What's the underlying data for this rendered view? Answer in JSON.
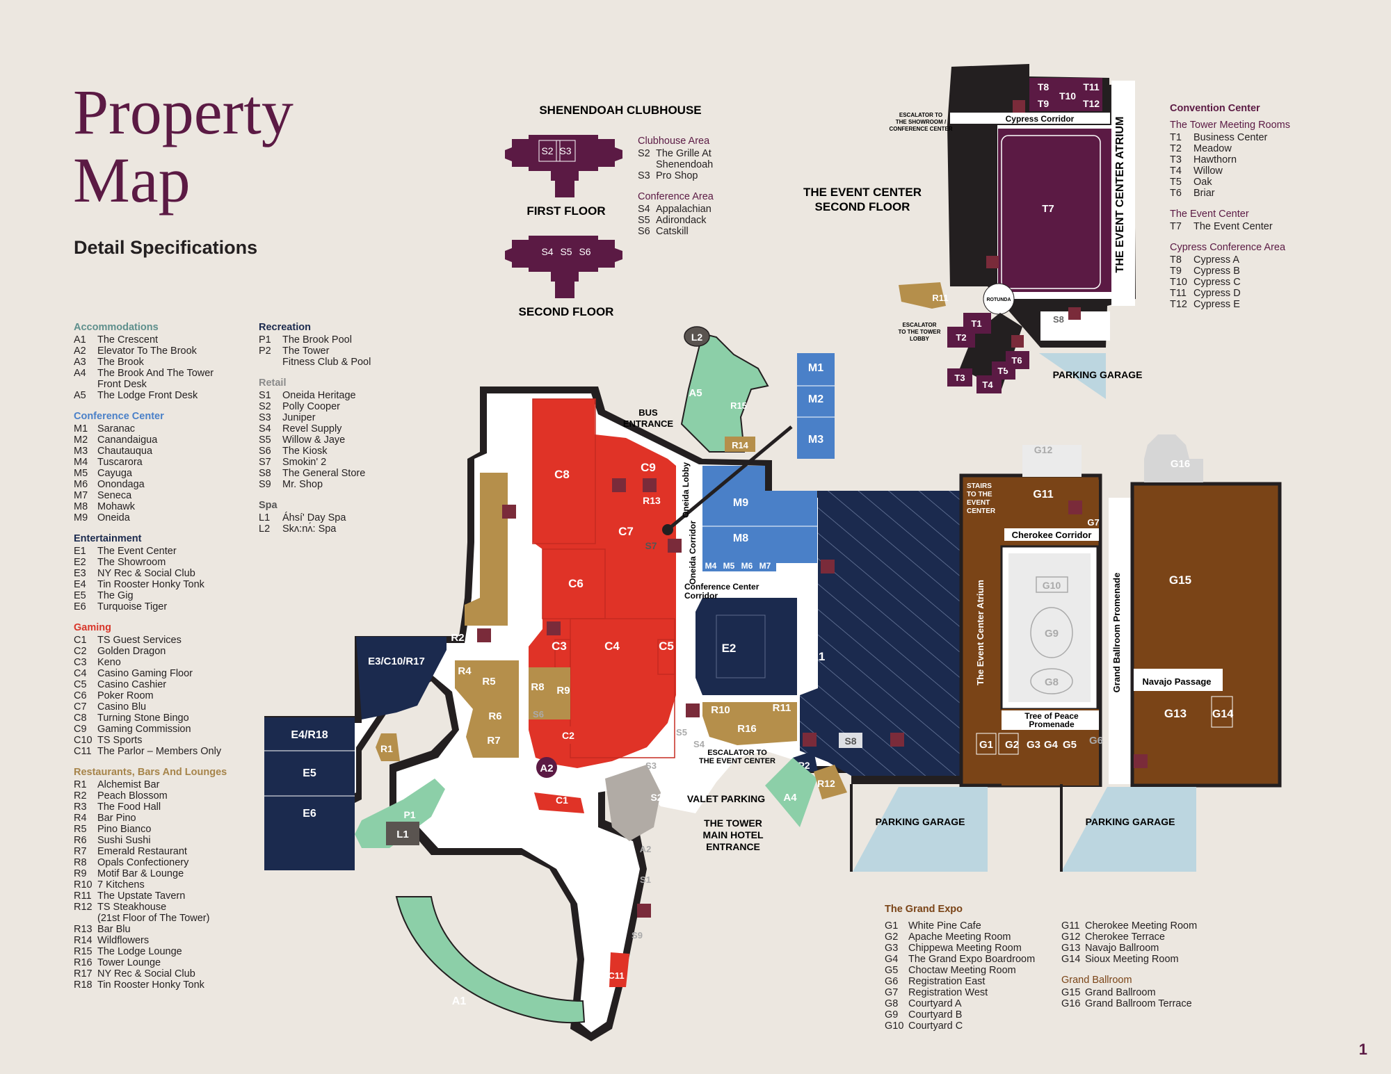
{
  "header": {
    "title_line1": "Property",
    "title_line2": "Map",
    "subtitle": "Detail Specifications"
  },
  "colors": {
    "accommodations": "#8ccfa8",
    "conference": "#4a80c8",
    "entertainment": "#1b2a4e",
    "gaming": "#e03327",
    "restaurants": "#b58f4b",
    "event_center": "#5b1a44",
    "grand_expo": "#7a4417",
    "retail": "#b1aba5",
    "spa": "#5a5450",
    "parking": "#bcd6e0"
  },
  "legend_left": [
    {
      "title": "Accommodations",
      "cls": "c-accom",
      "items": [
        [
          "A1",
          "The Crescent"
        ],
        [
          "A2",
          "Elevator To The Brook"
        ],
        [
          "A3",
          "The Brook"
        ],
        [
          "A4",
          "The Brook And The Tower\nFront Desk"
        ],
        [
          "A5",
          "The Lodge Front Desk"
        ]
      ]
    },
    {
      "title": "Conference Center",
      "cls": "c-conf",
      "items": [
        [
          "M1",
          "Saranac"
        ],
        [
          "M2",
          "Canandaigua"
        ],
        [
          "M3",
          "Chautauqua"
        ],
        [
          "M4",
          "Tuscarora"
        ],
        [
          "M5",
          "Cayuga"
        ],
        [
          "M6",
          "Onondaga"
        ],
        [
          "M7",
          "Seneca"
        ],
        [
          "M8",
          "Mohawk"
        ],
        [
          "M9",
          "Oneida"
        ]
      ]
    },
    {
      "title": "Entertainment",
      "cls": "c-ent",
      "items": [
        [
          "E1",
          "The Event Center"
        ],
        [
          "E2",
          "The Showroom"
        ],
        [
          "E3",
          "NY Rec & Social Club"
        ],
        [
          "E4",
          "Tin Rooster Honky Tonk"
        ],
        [
          "E5",
          "The Gig"
        ],
        [
          "E6",
          "Turquoise Tiger"
        ]
      ]
    },
    {
      "title": "Gaming",
      "cls": "c-gam",
      "items": [
        [
          "C1",
          "TS Guest Services"
        ],
        [
          "C2",
          "Golden Dragon"
        ],
        [
          "C3",
          "Keno"
        ],
        [
          "C4",
          "Casino Gaming Floor"
        ],
        [
          "C5",
          "Casino Cashier"
        ],
        [
          "C6",
          "Poker Room"
        ],
        [
          "C7",
          "Casino Blu"
        ],
        [
          "C8",
          "Turning Stone Bingo"
        ],
        [
          "C9",
          "Gaming Commission"
        ],
        [
          "C10",
          "TS Sports"
        ],
        [
          "C11",
          "The Parlor – Members Only"
        ]
      ]
    },
    {
      "title": "Restaurants, Bars And Lounges",
      "cls": "c-rest",
      "items": [
        [
          "R1",
          "Alchemist Bar"
        ],
        [
          "R2",
          "Peach Blossom"
        ],
        [
          "R3",
          "The Food Hall"
        ],
        [
          "R4",
          "Bar Pino"
        ],
        [
          "R5",
          "Pino Bianco"
        ],
        [
          "R6",
          "Sushi Sushi"
        ],
        [
          "R7",
          "Emerald Restaurant"
        ],
        [
          "R8",
          "Opals Confectionery"
        ],
        [
          "R9",
          "Motif Bar & Lounge"
        ],
        [
          "R10",
          "7 Kitchens"
        ],
        [
          "R11",
          "The Upstate Tavern"
        ],
        [
          "R12",
          "TS Steakhouse\n(21st Floor of The Tower)"
        ],
        [
          "R13",
          "Bar Blu"
        ],
        [
          "R14",
          "Wildflowers"
        ],
        [
          "R15",
          "The Lodge Lounge"
        ],
        [
          "R16",
          "Tower Lounge"
        ],
        [
          "R17",
          "NY Rec & Social Club"
        ],
        [
          "R18",
          "Tin Rooster Honky Tonk"
        ]
      ]
    }
  ],
  "legend_mid": [
    {
      "title": "Recreation",
      "cls": "c-rec",
      "items": [
        [
          "P1",
          "The Brook Pool"
        ],
        [
          "P2",
          "The Tower\nFitness Club & Pool"
        ]
      ]
    },
    {
      "title": "Retail",
      "cls": "c-ret",
      "items": [
        [
          "S1",
          "Oneida Heritage"
        ],
        [
          "S2",
          "Polly Cooper"
        ],
        [
          "S3",
          "Juniper"
        ],
        [
          "S4",
          "Revel Supply"
        ],
        [
          "S5",
          "Willow & Jaye"
        ],
        [
          "S6",
          "The Kiosk"
        ],
        [
          "S7",
          "Smokin' 2"
        ],
        [
          "S8",
          "The General Store"
        ],
        [
          "S9",
          "Mr. Shop"
        ]
      ]
    },
    {
      "title": "Spa",
      "cls": "c-spa",
      "items": [
        [
          "L1",
          "Áhsí' Day Spa"
        ],
        [
          "L2",
          "Skʌ:nʌ́: Spa"
        ]
      ]
    }
  ],
  "clubhouse": {
    "title": "SHENENDOAH CLUBHOUSE",
    "first_floor": "FIRST FLOOR",
    "second_floor": "SECOND FLOOR",
    "legend": [
      {
        "title": "Clubhouse Area",
        "items": [
          [
            "S2",
            "The Grille At\nShenendoah"
          ],
          [
            "S3",
            "Pro Shop"
          ]
        ]
      },
      {
        "title": "Conference Area",
        "items": [
          [
            "S4",
            "Appalachian"
          ],
          [
            "S5",
            "Adirondack"
          ],
          [
            "S6",
            "Catskill"
          ]
        ]
      }
    ]
  },
  "event_center_second": {
    "title": "THE EVENT CENTER\nSECOND FLOOR",
    "atrium": "THE EVENT CENTER ATRIUM",
    "corridor": "Cypress Corridor",
    "escalator1": "ESCALATOR TO\nTHE SHOWROOM /\nCONFERENCE CENTER",
    "escalator2": "ESCALATOR\nTO THE TOWER\nLOBBY",
    "rotunda": "ROTUNDA",
    "parking": "PARKING GARAGE"
  },
  "legend_right": {
    "title": "Convention Center",
    "groups": [
      {
        "title": "The Tower Meeting Rooms",
        "items": [
          [
            "T1",
            "Business Center"
          ],
          [
            "T2",
            "Meadow"
          ],
          [
            "T3",
            "Hawthorn"
          ],
          [
            "T4",
            "Willow"
          ],
          [
            "T5",
            "Oak"
          ],
          [
            "T6",
            "Briar"
          ]
        ]
      },
      {
        "title": "The Event Center",
        "items": [
          [
            "T7",
            "The Event Center"
          ]
        ]
      },
      {
        "title": "Cypress Conference Area",
        "items": [
          [
            "T8",
            "Cypress A"
          ],
          [
            "T9",
            "Cypress B"
          ],
          [
            "T10",
            "Cypress C"
          ],
          [
            "T11",
            "Cypress D"
          ],
          [
            "T12",
            "Cypress E"
          ]
        ]
      }
    ]
  },
  "grand_expo_legend": {
    "title": "The Grand Expo",
    "col1": [
      [
        "G1",
        "White Pine Cafe"
      ],
      [
        "G2",
        "Apache Meeting Room"
      ],
      [
        "G3",
        "Chippewa Meeting Room"
      ],
      [
        "G4",
        "The Grand Expo Boardroom"
      ],
      [
        "G5",
        "Choctaw Meeting Room"
      ],
      [
        "G6",
        "Registration East"
      ],
      [
        "G7",
        "Registration West"
      ],
      [
        "G8",
        "Courtyard A"
      ],
      [
        "G9",
        "Courtyard B"
      ],
      [
        "G10",
        "Courtyard C"
      ]
    ],
    "col2": [
      [
        "G11",
        "Cherokee Meeting Room"
      ],
      [
        "G12",
        "Cherokee Terrace"
      ],
      [
        "G13",
        "Navajo Ballroom"
      ],
      [
        "G14",
        "Sioux Meeting Room"
      ]
    ],
    "ballroom_title": "Grand Ballroom",
    "col3": [
      [
        "G15",
        "Grand Ballroom"
      ],
      [
        "G16",
        "Grand Ballroom Terrace"
      ]
    ]
  },
  "map_labels": {
    "bus_entrance": "BUS\nENTRANCE",
    "oneida_lobby": "Oneida\nLobby",
    "oneida_corridor": "Oneida\nCorridor",
    "conference_corridor": "Conference Center\nCorridor",
    "escalator_event": "ESCALATOR TO\nTHE EVENT CENTER",
    "valet": "VALET PARKING",
    "tower_entrance": "THE TOWER\nMAIN HOTEL\nENTRANCE",
    "parking1": "PARKING GARAGE",
    "parking2": "PARKING GARAGE",
    "stairs": "STAIRS\nTO THE\nEVENT\nCENTER",
    "cherokee_corridor": "Cherokee Corridor",
    "atrium": "The Event Center Atrium",
    "tree_of_peace": "Tree of Peace\nPromenade",
    "grand_promenade": "Grand Ballroom Promenade",
    "navajo_passage": "Navajo Passage"
  },
  "page_number": "1"
}
